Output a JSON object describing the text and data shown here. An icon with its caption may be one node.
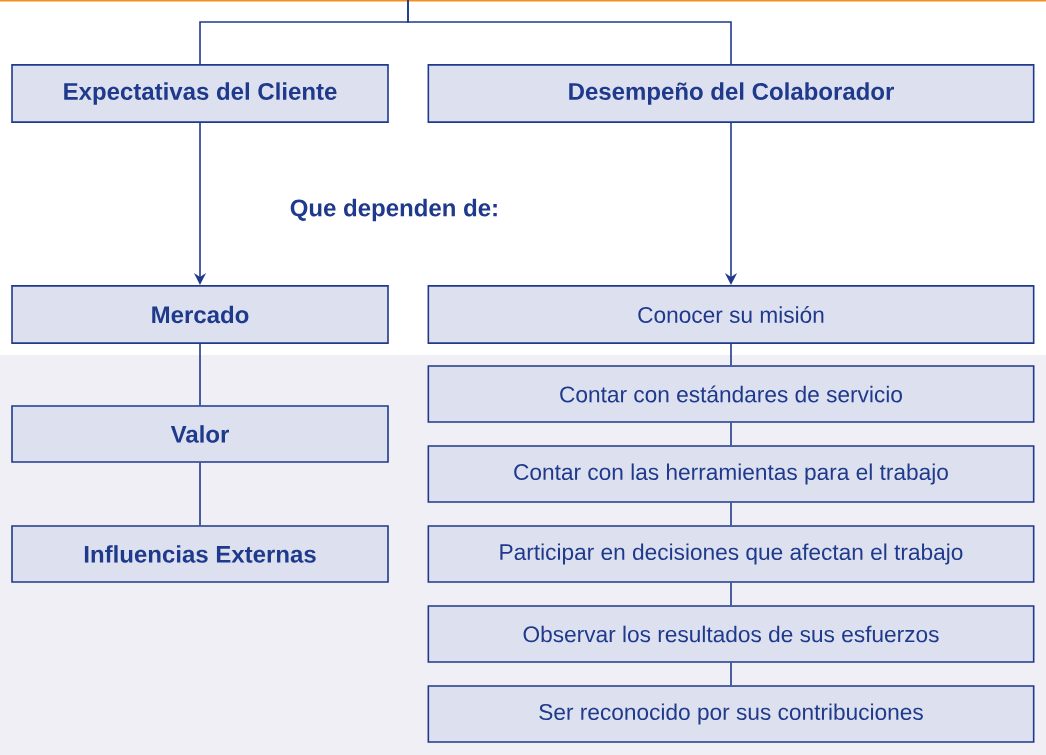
{
  "diagram": {
    "nodes": [
      {
        "text": [
          "Expectativas del Cliente"
        ]
      },
      {
        "text": [
          "Desempeño del Colaborador"
        ]
      },
      {
        "text": [
          "Mercado"
        ]
      },
      {
        "text": [
          "Conocer su misión"
        ]
      },
      {
        "text": [
          "Valor"
        ]
      },
      {
        "text": [
          "Influencias Externas"
        ]
      },
      {
        "text": [
          "Contar con estándares de servicio"
        ]
      },
      {
        "text": [
          "Contar con las herramientas para el trabajo"
        ]
      },
      {
        "text": [
          "Participar en decisiones que afectan el trabajo"
        ]
      },
      {
        "text": [
          "Observar los resultados de sus esfuerzos"
        ]
      },
      {
        "text": [
          "Ser reconocido por sus contribuciones"
        ]
      }
    ],
    "edges": [
      {
        "from": null,
        "to": 0,
        "arrow": "none"
      },
      {
        "from": null,
        "to": 1,
        "arrow": "none"
      },
      {
        "from": 0,
        "to": 2,
        "arrow": "to"
      },
      {
        "from": 1,
        "to": 3,
        "arrow": "to"
      },
      {
        "from": 2,
        "to": 4,
        "arrow": "none"
      },
      {
        "from": 4,
        "to": 5,
        "arrow": "none"
      },
      {
        "from": 3,
        "to": 6,
        "arrow": "none"
      },
      {
        "from": 6,
        "to": 7,
        "arrow": "none"
      },
      {
        "from": 7,
        "to": 8,
        "arrow": "none"
      },
      {
        "from": 8,
        "to": 9,
        "arrow": "none"
      },
      {
        "from": 9,
        "to": 10,
        "arrow": "none"
      }
    ],
    "labels": [
      "Que dependen de:"
    ]
  }
}
